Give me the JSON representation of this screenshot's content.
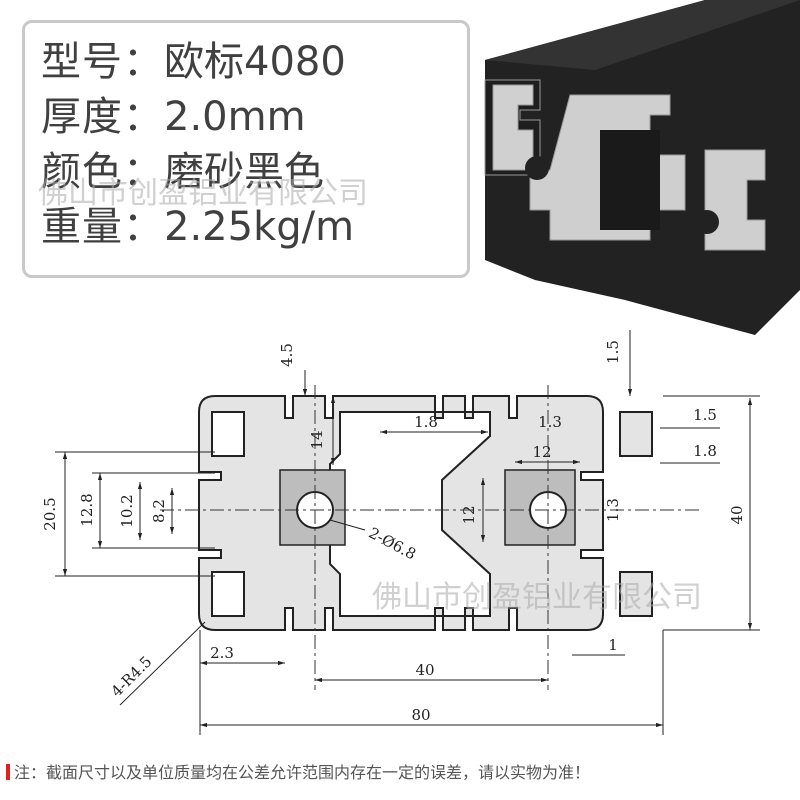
{
  "specs": {
    "model_label": "型号：",
    "model_value": "欧标4080",
    "thickness_label": "厚度：",
    "thickness_value": "2.0mm",
    "color_label": "颜色：",
    "color_value": "磨砂黑色",
    "weight_label": "重量：",
    "weight_value": "2.25kg/m"
  },
  "watermark": "佛山市创盈铝业有限公司",
  "dimensions": {
    "d45": "4.5",
    "d15_top": "1.5",
    "d18_top": "1.8",
    "d14": "14",
    "d13_top": "1.3",
    "d15_right": "1.5",
    "d18_right": "1.8",
    "d12_top": "12",
    "d205": "20.5",
    "d128": "12.8",
    "d102": "10.2",
    "d82": "8.2",
    "d12_left": "12",
    "d13_mid": "1.3",
    "d40_height": "40",
    "hole": "2-Ø6.8",
    "radius": "4-R4.5",
    "d23": "2.3",
    "d40_width": "40",
    "d1": "1",
    "d80": "80"
  },
  "footer": {
    "note": "注：截面尺寸以及单位质量均在公差允许范围内存在一定的误差，请以实物为准！"
  },
  "colors": {
    "profile_fill": "#e4e4e4",
    "profile_stroke": "#222222",
    "dim_line": "#222222",
    "photo_dark": "#262626",
    "alert": "#e02020"
  }
}
